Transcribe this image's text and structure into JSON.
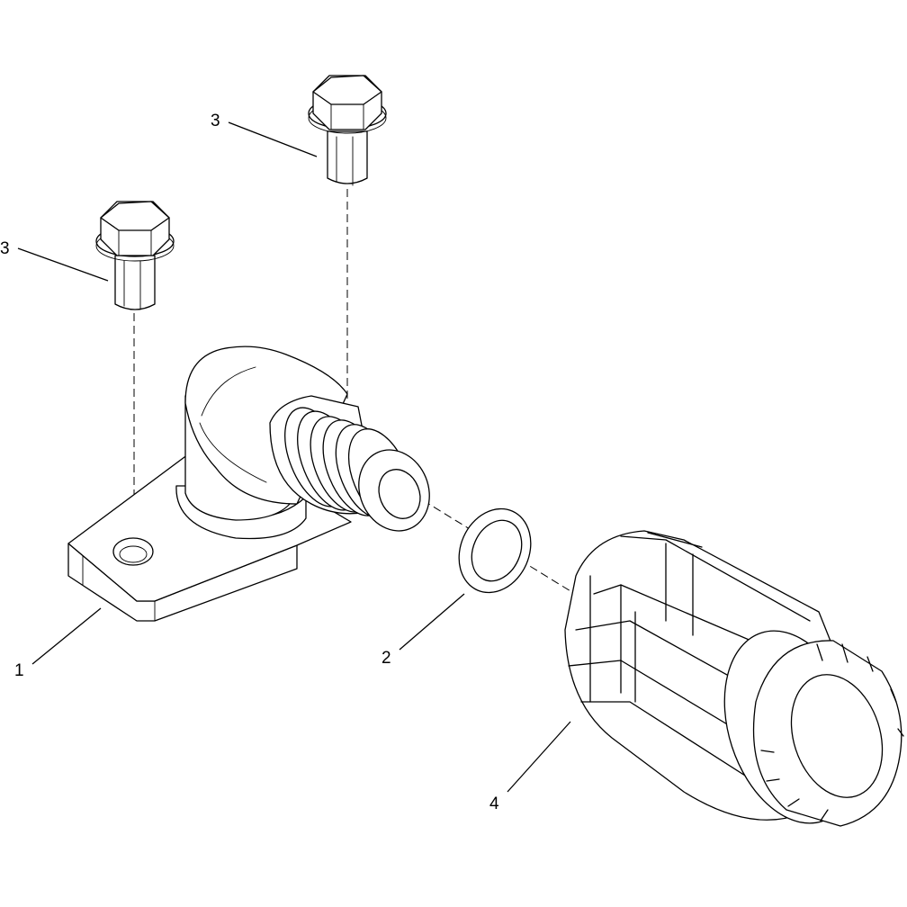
{
  "diagram": {
    "type": "exploded-parts-view",
    "callouts": [
      {
        "id": "elbow-fitting",
        "label": "1"
      },
      {
        "id": "o-ring",
        "label": "2"
      },
      {
        "id": "bolt-left",
        "label": "3"
      },
      {
        "id": "bolt-top",
        "label": "3"
      },
      {
        "id": "cap",
        "label": "4"
      }
    ],
    "colors": {
      "line": "#000000",
      "background": "#ffffff"
    }
  }
}
